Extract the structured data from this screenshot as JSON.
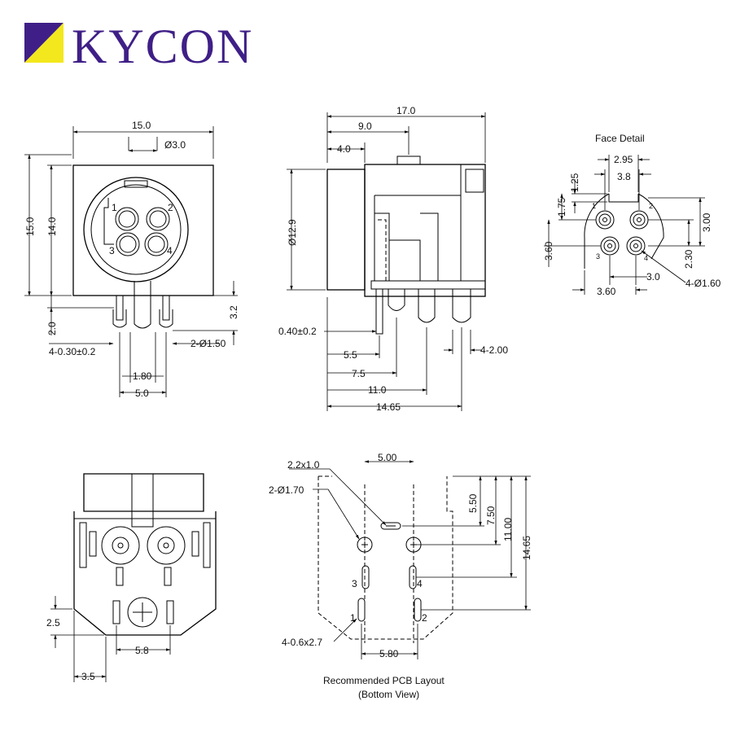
{
  "brand": {
    "name": "KYCON",
    "logo_colors": {
      "purple": "#3f1f87",
      "yellow": "#f3e81d"
    }
  },
  "front_view": {
    "width": "15.0",
    "top_hole": "Ø3.0",
    "height_outer": "15.0",
    "height_inner": "14.0",
    "pin_labels": [
      "1",
      "2",
      "3",
      "4"
    ],
    "pin_len": "2.0",
    "tab_len": "3.2",
    "pin_size": "4-0.30±0.2",
    "tab_size": "2-Ø1.50",
    "pin_pitch": "1.80",
    "tab_pitch": "5.0"
  },
  "side_view": {
    "length": "17.0",
    "mid": "9.0",
    "front": "4.0",
    "diameter": "Ø12.9",
    "pin_thick": "0.40±0.2",
    "d1": "5.5",
    "d2": "7.5",
    "d3": "11.0",
    "d4": "14.65",
    "tab_size": "4-2.00"
  },
  "face_detail": {
    "title": "Face Detail",
    "d295": "2.95",
    "d38": "3.8",
    "d125": "1.25",
    "d175": "1.75",
    "d300": "3.00",
    "d360a": "3.60",
    "d230": "2.30",
    "d30": "3.0",
    "d360b": "3.60",
    "holes": "4-Ø1.60",
    "pin_labels": [
      "1",
      "2",
      "3",
      "4"
    ]
  },
  "bottom_view": {
    "d25": "2.5",
    "d58": "5.8",
    "d35": "3.5"
  },
  "pcb_layout": {
    "title": "Recommended PCB Layout",
    "subtitle": "(Bottom View)",
    "slot": "2.2x1.0",
    "holes": "2-Ø1.70",
    "d500": "5.00",
    "d550": "5.50",
    "d750": "7.50",
    "d1100": "11.00",
    "d1465": "14.65",
    "slots4": "4-0.6x2.7",
    "d580": "5.80",
    "pin_labels": [
      "1",
      "2",
      "3",
      "4"
    ]
  }
}
